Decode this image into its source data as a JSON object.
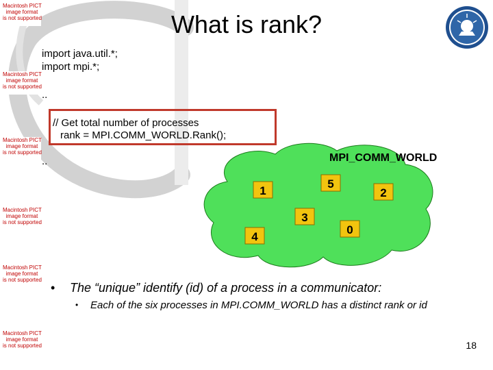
{
  "slide": {
    "title": "What is rank?",
    "page_number": "18"
  },
  "placeholder": {
    "lines": [
      "Macintosh PICT",
      "image format",
      "is not supported"
    ]
  },
  "code": {
    "line1": "import java.util.*;",
    "line2": "import mpi.*;",
    "ellipsis1": "..",
    "comment": "// Get total number of processes",
    "statement": "rank = MPI.COMM_WORLD.Rank();",
    "ellipsis2": ".."
  },
  "diagram": {
    "label": "MPI_COMM_WORLD",
    "processes": [
      "1",
      "5",
      "2",
      "3",
      "0",
      "4"
    ]
  },
  "bullets": {
    "main": "The “unique” identify (id) of a process in a communicator:",
    "sub": "Each of the six processes in MPI.COMM_WORLD has a distinct rank or id"
  },
  "colors": {
    "cloud": "#4fe05a",
    "highlight_border": "#c0392b",
    "process_box": "#f2c40f",
    "placeholder_text": "#c00000"
  }
}
